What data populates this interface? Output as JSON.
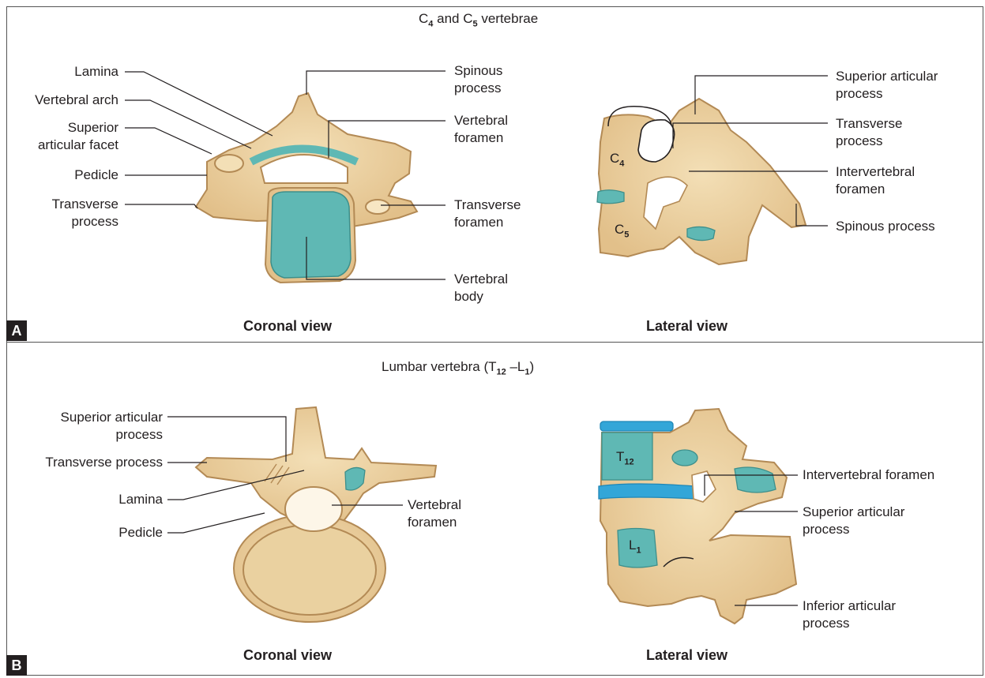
{
  "panel_a": {
    "tag": "A",
    "title": {
      "prefix": "C",
      "sub1": "4",
      "mid": " and C",
      "sub2": "5",
      "suffix": " vertebrae"
    },
    "coronal": {
      "view_label": "Coronal view",
      "labels": {
        "lamina": "Lamina",
        "vertebral_arch": "Vertebral arch",
        "superior_articular_facet": "Superior\narticular facet",
        "pedicle": "Pedicle",
        "transverse_process": "Transverse\nprocess",
        "spinous_process": "Spinous\nprocess",
        "vertebral_foramen": "Vertebral\nforamen",
        "transverse_foramen": "Transverse\nforamen",
        "vertebral_body": "Vertebral\nbody"
      }
    },
    "lateral": {
      "view_label": "Lateral view",
      "labels": {
        "superior_articular_process": "Superior articular\nprocess",
        "transverse_process": "Transverse\nprocess",
        "intervertebral_foramen": "Intervertebral\nforamen",
        "spinous_process": "Spinous process"
      },
      "bone_c4": {
        "letter": "C",
        "sub": "4"
      },
      "bone_c5": {
        "letter": "C",
        "sub": "5"
      }
    }
  },
  "panel_b": {
    "tag": "B",
    "title": {
      "prefix": "Lumbar vertebra (T",
      "sub1": "12",
      "mid": " –L",
      "sub2": "1",
      "suffix": ")"
    },
    "coronal": {
      "view_label": "Coronal view",
      "labels": {
        "superior_articular_process": "Superior articular\nprocess",
        "transverse_process": "Transverse process",
        "lamina": "Lamina",
        "pedicle": "Pedicle",
        "vertebral_foramen": "Vertebral\nforamen"
      }
    },
    "lateral": {
      "view_label": "Lateral view",
      "labels": {
        "intervertebral_foramen": "Intervertebral foramen",
        "superior_articular_process": "Superior articular\nprocess",
        "inferior_articular_process": "Inferior articular\nprocess"
      },
      "bone_t12": {
        "letter": "T",
        "sub": "12"
      },
      "bone_l1": {
        "letter": "L",
        "sub": "1"
      }
    }
  },
  "colors": {
    "bone": "#ecd3a3",
    "bone_edge": "#b38a55",
    "cartilage": "#5fb8b4",
    "disc": "#33a6d8"
  }
}
